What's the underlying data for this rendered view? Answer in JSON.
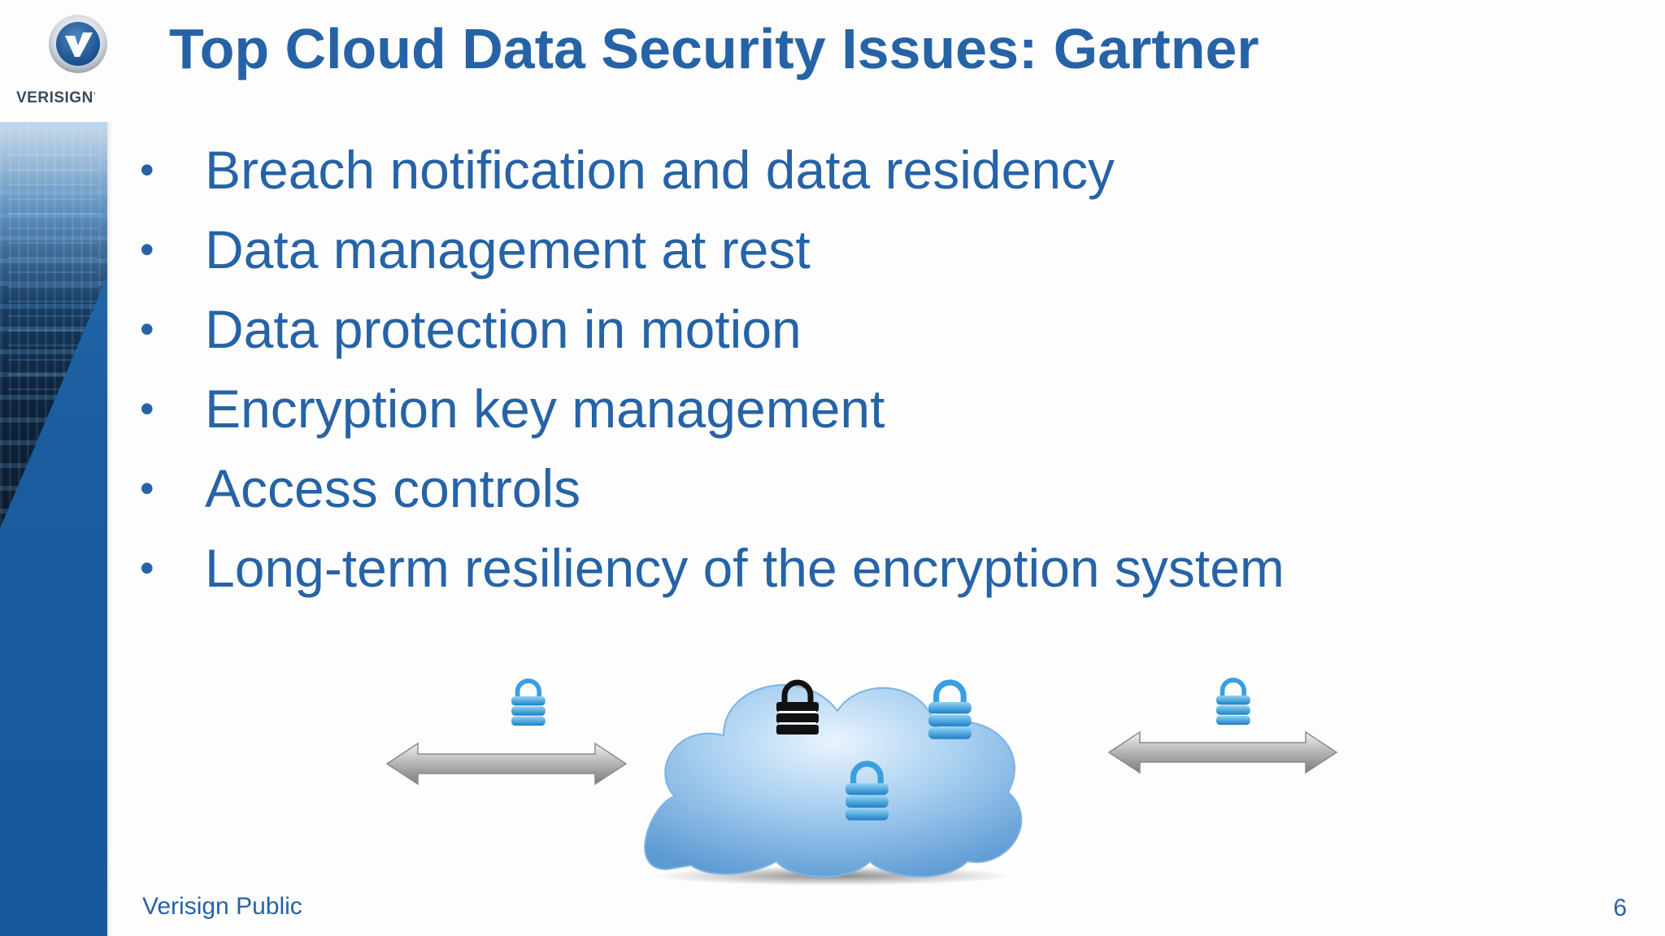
{
  "logo": {
    "text": "VERISIGN",
    "trademark": "·"
  },
  "slide": {
    "title": "Top Cloud Data Security Issues: Gartner",
    "bullet_char": "•",
    "bullets": [
      "Breach notification and data residency",
      "Data management at rest",
      "Data protection in motion",
      "Encryption key management",
      "Access controls",
      "Long-term resiliency of the encryption system"
    ]
  },
  "diagram": {
    "icons": [
      "double-arrow-icon",
      "lock-icon",
      "cloud-icon",
      "lock-icon",
      "lock-icon",
      "lock-icon",
      "lock-icon",
      "double-arrow-icon"
    ]
  },
  "footer": {
    "classification": "Verisign Public",
    "page_number": "6"
  },
  "colors": {
    "accent": "#2663a6",
    "band": "#1a5c9e",
    "cloud": "#8fbfe8",
    "lock": "#3aa0dd"
  }
}
